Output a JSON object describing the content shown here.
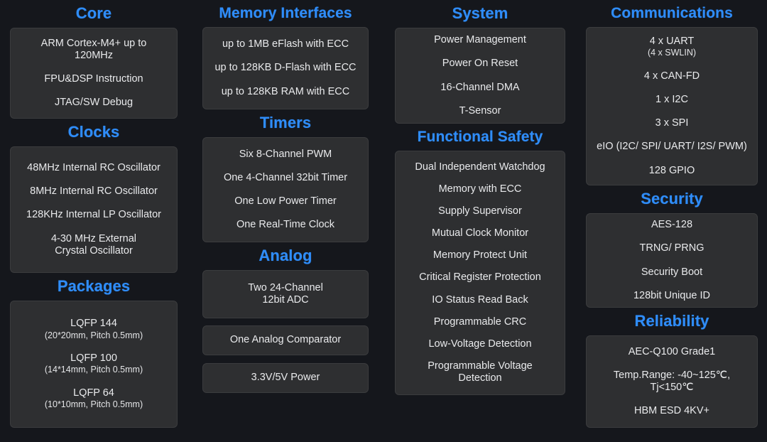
{
  "theme": {
    "background": "#15171c",
    "card_background": "#2e2f31",
    "card_border": "#3b3c3e",
    "heading_color": "#2f8dfa",
    "text_color": "#e9eaec"
  },
  "columns": [
    {
      "name": "column-1",
      "groups": [
        {
          "title": "Core",
          "cards": [
            {
              "items": [
                {
                  "text": "ARM Cortex-M4+ up to\n120MHz"
                },
                {
                  "text": "FPU&DSP Instruction"
                },
                {
                  "text": "JTAG/SW Debug"
                }
              ]
            }
          ]
        },
        {
          "title": "Clocks",
          "cards": [
            {
              "items": [
                {
                  "text": "48MHz Internal RC Oscillator"
                },
                {
                  "text": "8MHz Internal RC Oscillator"
                },
                {
                  "text": "128KHz Internal LP Oscillator"
                },
                {
                  "text": "4-30 MHz External\nCrystal Oscillator"
                }
              ]
            }
          ]
        },
        {
          "title": "Packages",
          "cards": [
            {
              "items": [
                {
                  "text": "LQFP 144",
                  "sub": "(20*20mm, Pitch 0.5mm)"
                },
                {
                  "text": "LQFP 100",
                  "sub": "(14*14mm, Pitch 0.5mm)"
                },
                {
                  "text": "LQFP 64",
                  "sub": "(10*10mm, Pitch 0.5mm)"
                }
              ]
            }
          ]
        }
      ]
    },
    {
      "name": "column-2",
      "groups": [
        {
          "title": "Memory Interfaces",
          "cards": [
            {
              "items": [
                {
                  "text": "up to 1MB eFlash  with ECC"
                },
                {
                  "text": "up to 128KB D-Flash with ECC"
                },
                {
                  "text": "up to 128KB RAM with ECC"
                }
              ]
            }
          ]
        },
        {
          "title": "Timers",
          "cards": [
            {
              "items": [
                {
                  "text": "Six 8-Channel PWM"
                },
                {
                  "text": "One 4-Channel 32bit Timer"
                },
                {
                  "text": "One Low Power Timer"
                },
                {
                  "text": "One Real-Time Clock"
                }
              ]
            }
          ]
        },
        {
          "title": "Analog",
          "cards": [
            {
              "items": [
                {
                  "text": "Two 24-Channel\n12bit ADC"
                }
              ]
            },
            {
              "items": [
                {
                  "text": "One Analog Comparator"
                }
              ]
            },
            {
              "items": [
                {
                  "text": "3.3V/5V Power"
                }
              ]
            }
          ]
        }
      ]
    },
    {
      "name": "column-3",
      "groups": [
        {
          "title": "System",
          "cards": [
            {
              "items": [
                {
                  "text": "Power Management"
                },
                {
                  "text": "Power On Reset"
                },
                {
                  "text": "16-Channel DMA"
                },
                {
                  "text": "T-Sensor"
                }
              ]
            }
          ]
        },
        {
          "title": "Functional Safety",
          "cards": [
            {
              "items": [
                {
                  "text": "Dual Independent Watchdog"
                },
                {
                  "text": "Memory with ECC"
                },
                {
                  "text": "Supply Supervisor"
                },
                {
                  "text": "Mutual Clock Monitor"
                },
                {
                  "text": "Memory Protect Unit"
                },
                {
                  "text": "Critical Register Protection"
                },
                {
                  "text": "IO Status Read Back"
                },
                {
                  "text": "Programmable CRC"
                },
                {
                  "text": "Low-Voltage Detection"
                },
                {
                  "text": "Programmable Voltage\nDetection"
                }
              ]
            }
          ]
        }
      ]
    },
    {
      "name": "column-4",
      "groups": [
        {
          "title": "Communications",
          "cards": [
            {
              "items": [
                {
                  "text": "4 x UART",
                  "sub": "(4 x SWLIN)"
                },
                {
                  "text": "4 x CAN-FD"
                },
                {
                  "text": "1 x I2C"
                },
                {
                  "text": "3 x SPI"
                },
                {
                  "text": "eIO (I2C/ SPI/ UART/ I2S/ PWM)"
                },
                {
                  "text": "128 GPIO"
                }
              ]
            }
          ]
        },
        {
          "title": "Security",
          "cards": [
            {
              "items": [
                {
                  "text": "AES-128"
                },
                {
                  "text": "TRNG/ PRNG"
                },
                {
                  "text": "Security Boot"
                },
                {
                  "text": "128bit Unique ID"
                }
              ]
            }
          ]
        },
        {
          "title": "Reliability",
          "cards": [
            {
              "items": [
                {
                  "text": "AEC-Q100 Grade1"
                },
                {
                  "text": "Temp.Range: -40~125℃,\nTj<150℃"
                },
                {
                  "text": "HBM ESD  4KV+"
                }
              ]
            }
          ]
        }
      ]
    }
  ]
}
